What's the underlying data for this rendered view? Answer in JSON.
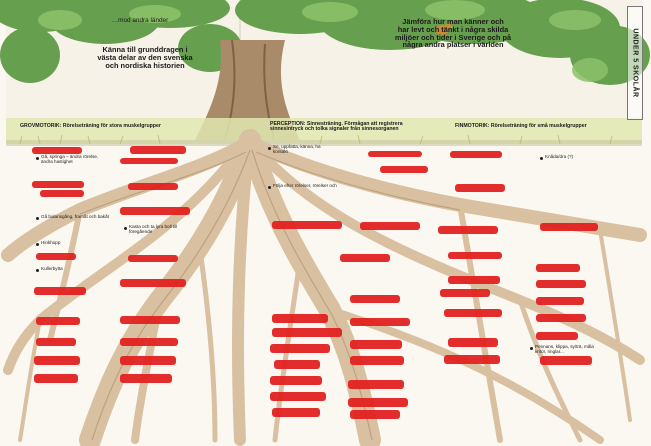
{
  "page": {
    "background": "#ffffff",
    "accent_red": "#e11d1d",
    "leaf_green": "#4f8a3a",
    "bark_brown": "#8b6b4a"
  },
  "top": {
    "left_label_small": "…mod andra länder",
    "left_caption": "Känna till grunddragen i\nvästa delar av den svenska\noch nordiska historien",
    "right_caption": "Jämföra hur man känner och\nhar levt och tänkt i några skilda\nmiljöer och tider i Sverige och på\nnågra andra platser i världen",
    "side_tab": "UNDER 5 SKOLÅR"
  },
  "sections": {
    "left_heading": "GROVMOTORIK: Rörelseträning för stora muskelgrupper",
    "middle_heading": "PERCEPTION: Sinnesträning. Förmågan att registrera\nsinnesintryck och tolka signaler från sinnesorganen",
    "right_heading": "FINMOTORIK: Rörelseträning för små muskelgrupper"
  },
  "left_items": [
    "Gå, springa – ändra rörelse, ändra hastighet",
    "Gå balansgång, framåt och bakåt",
    "Hinkhopp",
    "Kullerbytta",
    "Kasta och ta lyra boll till föregående"
  ],
  "middle_items": [
    "Se, uppfatta, känna, ha kontakt",
    "Följa efter rörelser, rörelser och"
  ],
  "right_items": [
    "Knåda/dra (?)",
    "Pennans, klippa, sy/trä, måla kritor, ringlar..."
  ],
  "icons": {
    "side_tab": "vertical-label",
    "bullet": "bullet-icon"
  }
}
